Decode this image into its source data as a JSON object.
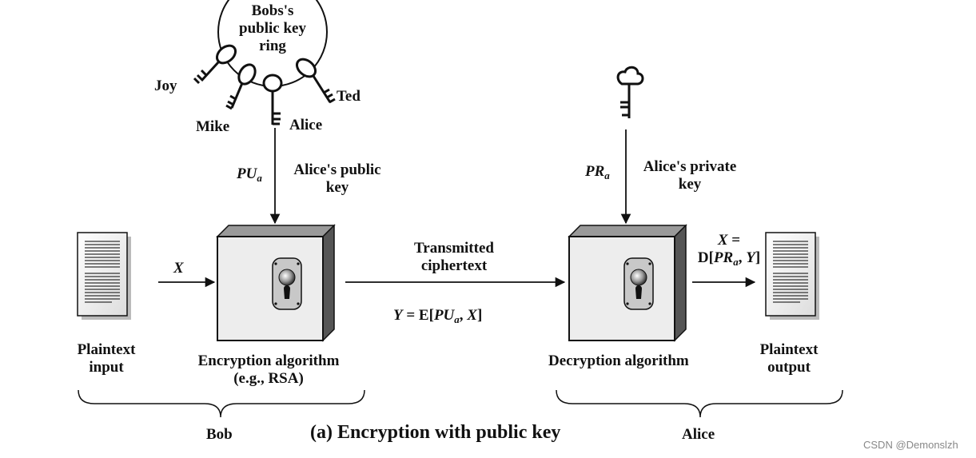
{
  "keyring": {
    "title_line1": "Bobs's",
    "title_line2": "public key",
    "title_line3": "ring",
    "keys": [
      "Joy",
      "Mike",
      "Alice",
      "Ted"
    ]
  },
  "bob": {
    "key_symbol": "PU",
    "key_symbol_sub": "a",
    "key_label_line1": "Alice's public",
    "key_label_line2": "key",
    "input_symbol": "X",
    "plaintext_input_line1": "Plaintext",
    "plaintext_input_line2": "input",
    "algorithm_line1": "Encryption algorithm",
    "algorithm_line2": "(e.g., RSA)",
    "group_label": "Bob"
  },
  "channel": {
    "label_line1": "Transmitted",
    "label_line2": "ciphertext",
    "formula_left": "Y",
    "formula_mid": " = E[",
    "formula_pu": "PU",
    "formula_sub": "a",
    "formula_comma": ", ",
    "formula_x": "X",
    "formula_end": "]"
  },
  "alice": {
    "key_symbol": "PR",
    "key_symbol_sub": "a",
    "key_label_line1": "Alice's private",
    "key_label_line2": "key",
    "out_line1_symbol": "X",
    "out_line1_eq": " =",
    "out_line2_prefix": "D[",
    "out_line2_pr": "PR",
    "out_line2_sub": "a",
    "out_line2_comma": ", ",
    "out_line2_y": "Y",
    "out_line2_end": "]",
    "algorithm": "Decryption algorithm",
    "plaintext_output_line1": "Plaintext",
    "plaintext_output_line2": "output",
    "group_label": "Alice"
  },
  "caption": "(a) Encryption with public key",
  "watermark": "CSDN @Demonslzh"
}
